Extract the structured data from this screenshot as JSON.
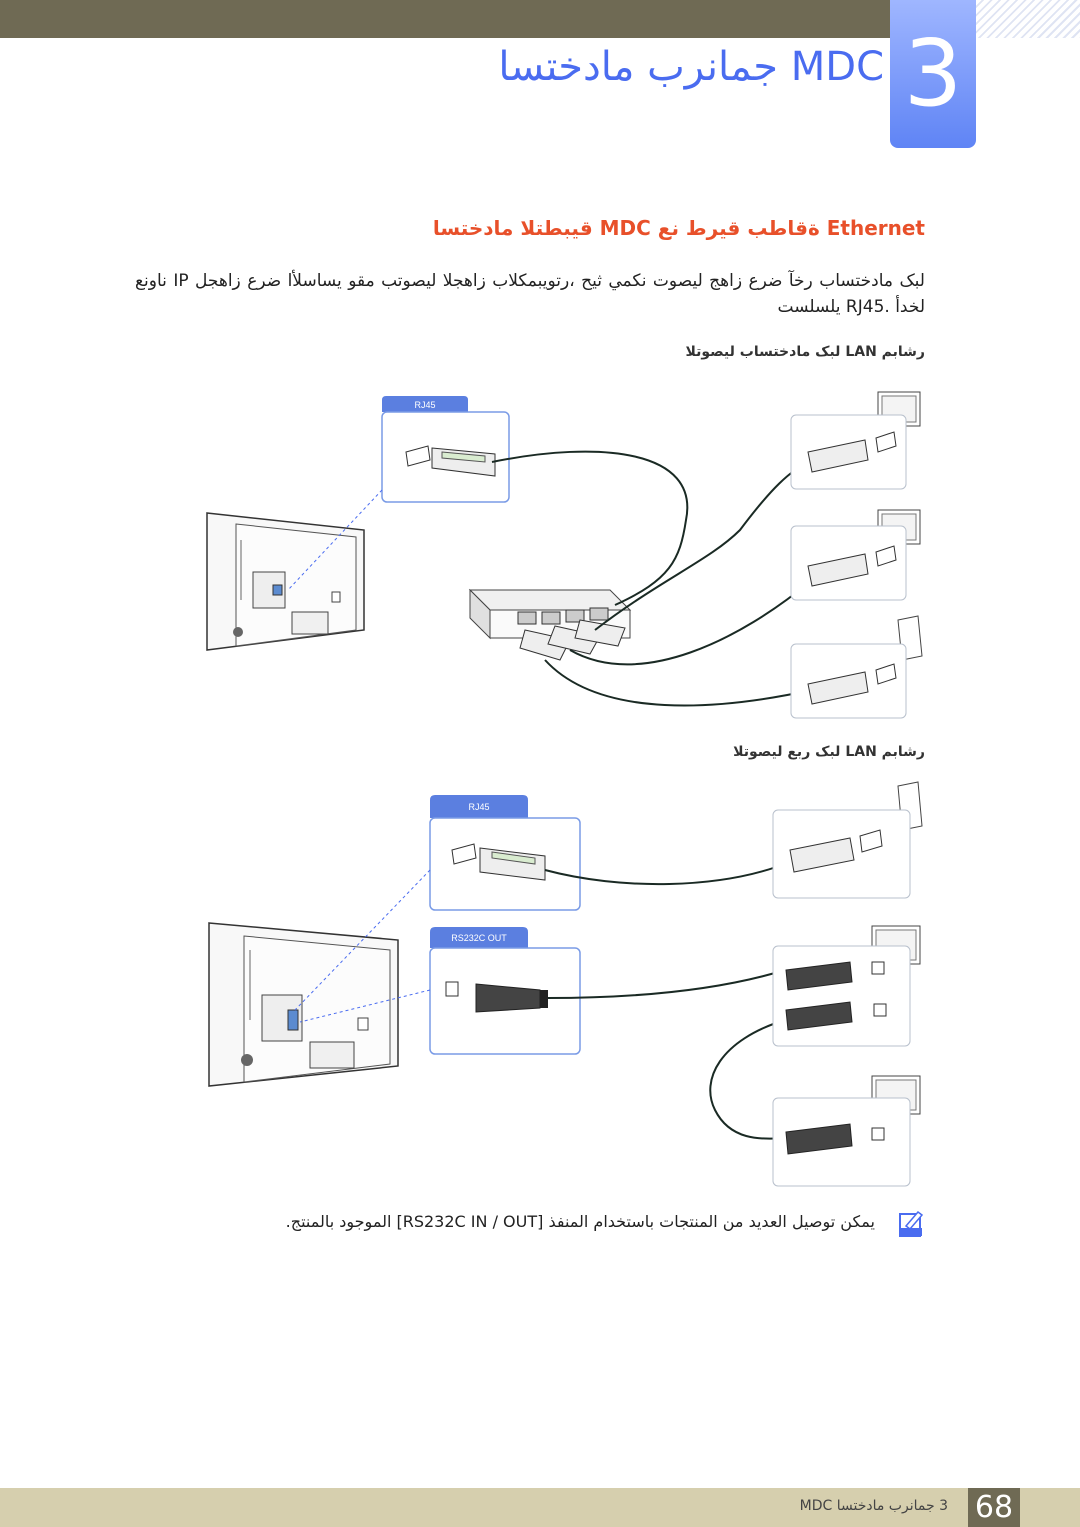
{
  "chapter": {
    "number": "3",
    "title": "MDC جمانرب مادختسا"
  },
  "section": {
    "title": "Ethernet ةقاطب قيرط نع MDC قيبطتلا مادختسا",
    "paragraph": "لبک مادختساب رخآ ضرع زاهج ليصوت نکمي ثيح ،رتويبمکلاب زاهجلا ليصوتب مقو يساسلأا ضرع زاهجل IP ناونع لخدأ .RJ45 يلسلست"
  },
  "diagram1": {
    "caption": "رشابم LAN لبک مادختساب ليصوتلا",
    "port_label": "RJ45"
  },
  "diagram2": {
    "caption": "رشابم LAN لبک ربع ليصوتلا",
    "port_label_1": "RJ45",
    "port_label_2": "RS232C OUT"
  },
  "note": {
    "icon": "note-pencil-icon",
    "text": "يمكن توصيل العديد من المنتجات باستخدام المنفذ [RS232C IN / OUT] الموجود بالمنتج."
  },
  "footer": {
    "page_number": "68",
    "title": "3 جمانرب مادختسا MDC"
  },
  "colors": {
    "accent_blue": "#4a6cf0",
    "section_orange": "#e8502a",
    "bar_dark": "#6f6a54",
    "footer_tan": "#d6cfae"
  }
}
